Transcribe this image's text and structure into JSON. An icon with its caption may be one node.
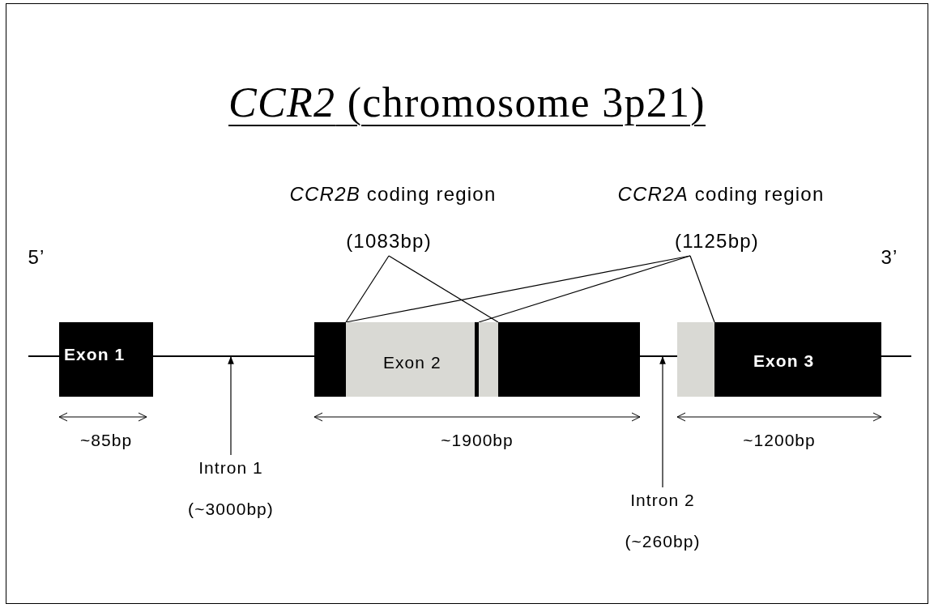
{
  "diagram": {
    "title": "*CCR2* (chromosome 3p21)",
    "nodes": [
      {
        "text": [
          "Exon 1"
        ]
      },
      {
        "text": [
          "*CCR2B* coding region",
          "(1083bp)"
        ]
      },
      {
        "text": [
          "*CCR2A* coding region",
          "(1125bp)"
        ]
      },
      {
        "text": [],
        "shape": "box"
      },
      {
        "text": [
          "Exon 3"
        ]
      },
      {
        "text": [
          "Intron 1",
          "(~3000bp)"
        ]
      },
      {
        "text": [
          "Intron 2",
          "(~260bp)"
        ]
      },
      {
        "text": [
          "Exon 2"
        ],
        "in": 3
      },
      {
        "text": [],
        "shape": "box",
        "in": 3
      },
      {
        "text": [],
        "shape": "box",
        "in": 4
      },
      {
        "text": [],
        "shape": "bar"
      },
      {
        "text": [],
        "shape": "bar"
      }
    ],
    "edges": [
      {
        "from": 1,
        "to": 7,
        "arrow": "none"
      },
      {
        "from": 1,
        "to": 8,
        "arrow": "none"
      },
      {
        "from": 2,
        "to": 7,
        "arrow": "none"
      },
      {
        "from": 2,
        "to": 8,
        "arrow": "none"
      },
      {
        "from": 2,
        "to": 9,
        "arrow": "none"
      },
      {
        "from": 5,
        "to": 10,
        "arrow": "to"
      },
      {
        "from": 6,
        "to": 11,
        "arrow": "to"
      }
    ],
    "labels": [
      "5’",
      "3’",
      "~85bp",
      "~1900bp",
      "~1200bp"
    ]
  }
}
